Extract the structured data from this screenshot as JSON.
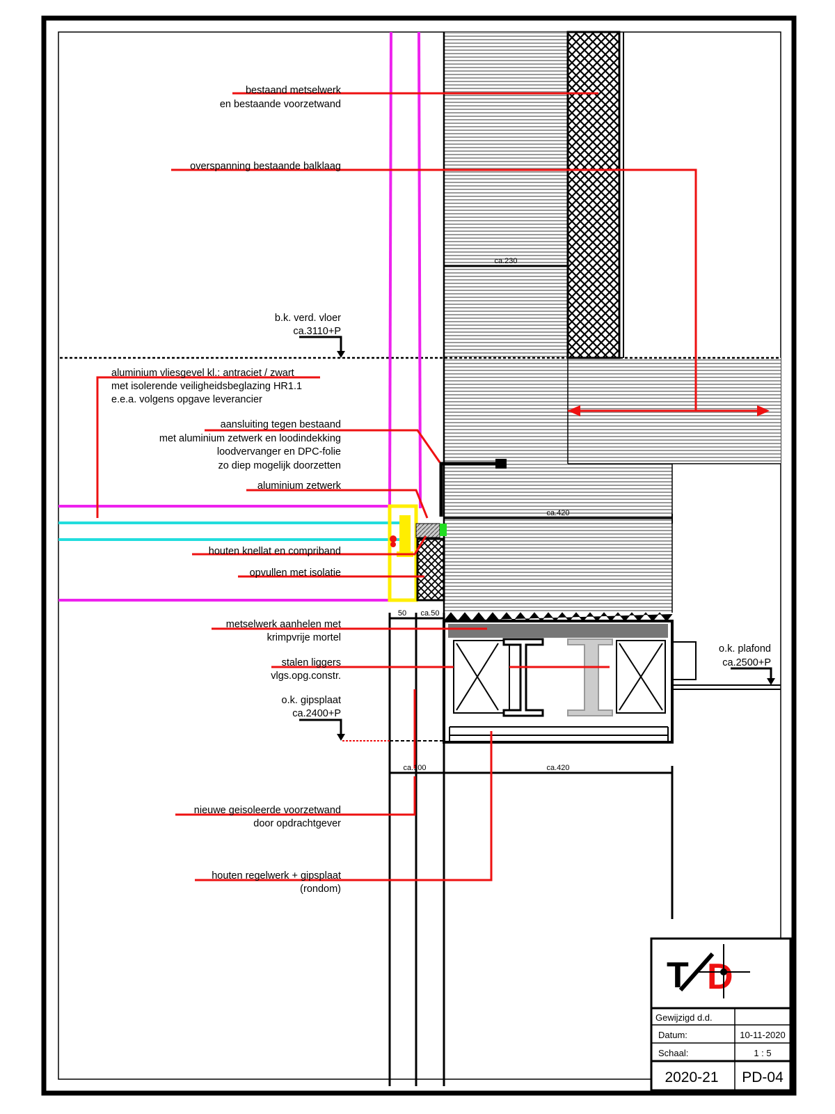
{
  "labels": {
    "l1a": "bestaand metselwerk",
    "l1b": "en bestaande voorzetwand",
    "l2": "overspanning bestaande balklaag",
    "l3a": "b.k. verd. vloer",
    "l3b": "ca.3110+P",
    "l4a": "aluminium vliesgevel kl.: antraciet / zwart",
    "l4b": "met isolerende veiligheidsbeglazing HR1.1",
    "l4c": "e.e.a. volgens opgave leverancier",
    "l5a": "aansluiting tegen bestaand",
    "l5b": "met aluminium zetwerk en loodindekking",
    "l5c": "loodvervanger en DPC-folie",
    "l5d": "zo diep mogelijk doorzetten",
    "l6": "aluminium zetwerk",
    "l7": "houten knellat en compriband",
    "l8": "opvullen met isolatie",
    "l9a": "metselwerk aanhelen met",
    "l9b": "krimpvrije mortel",
    "l10a": "stalen liggers",
    "l10b": "vlgs.opg.constr.",
    "l11a": "o.k.  gipsplaat",
    "l11b": "ca.2400+P",
    "l12a": "nieuwe geisoleerde voorzetwand",
    "l12b": "door opdrachtgever",
    "l13a": "houten regelwerk + gipsplaat",
    "l13b": "(rondom)",
    "l14a": "o.k.  plafond",
    "l14b": "ca.2500+P"
  },
  "dimensions": {
    "d230": "ca.230",
    "d420a": "ca.420",
    "d50": "50",
    "dca50": "ca.50",
    "d100": "ca.100",
    "d420b": "ca.420"
  },
  "titleblock": {
    "logo_t": "T",
    "logo_d": "D",
    "gewijzigd": "Gewijzigd d.d.",
    "datum_label": "Datum:",
    "datum_value": "10-11-2020",
    "schaal_label": "Schaal:",
    "schaal_value": "1 : 5",
    "project": "2020-21",
    "drawing_no": "PD-04"
  },
  "colors": {
    "leader": "#ee1111",
    "glass": "#22dddd",
    "frame": "#ee22ee",
    "profile": "#ffee00",
    "brick": "#a8a8a8"
  }
}
